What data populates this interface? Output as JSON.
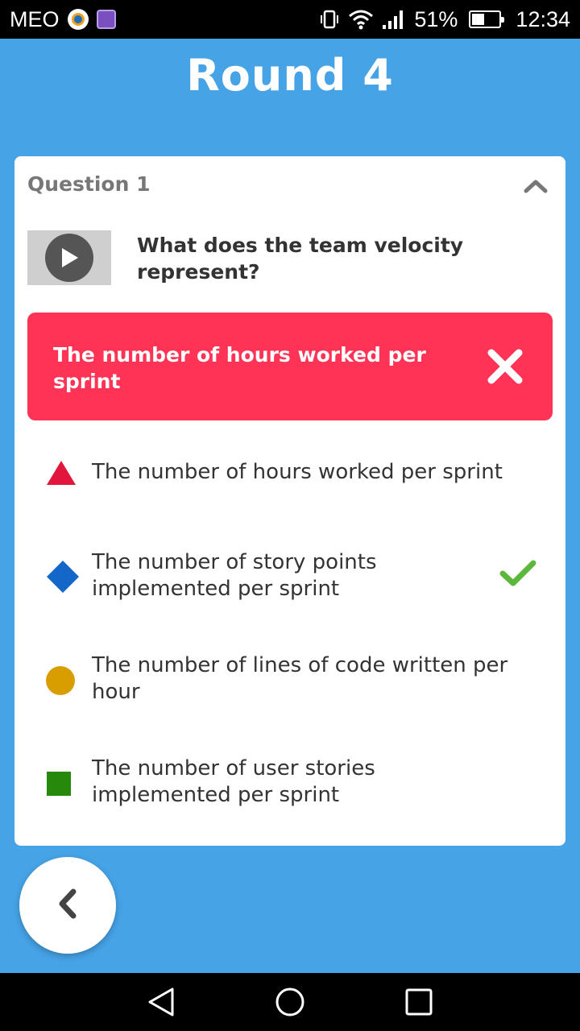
{
  "status_bar": {
    "carrier": "MEO",
    "battery": "51%",
    "battery_level": 0.51,
    "time": "12:34"
  },
  "title": "Round 4",
  "question": {
    "header": "Question 1",
    "text": "What does the team velocity represent?",
    "selected_answer": "The number of hours worked per sprint",
    "selected_status": "wrong"
  },
  "options": [
    {
      "label": "The number of hours worked per sprint",
      "shape": "triangle",
      "color": "#e2163c",
      "correct": false
    },
    {
      "label": "The number of story points implemented per sprint",
      "shape": "diamond",
      "color": "#1466c8",
      "correct": true
    },
    {
      "label": "The number of lines of code written per hour",
      "shape": "circle",
      "color": "#d89e00",
      "correct": false
    },
    {
      "label": "The number of user stories implemented per sprint",
      "shape": "square",
      "color": "#26890c",
      "correct": false
    }
  ],
  "colors": {
    "background": "#46a3e6",
    "wrong_banner": "#ff3355",
    "correct_check": "#5cb83a"
  }
}
